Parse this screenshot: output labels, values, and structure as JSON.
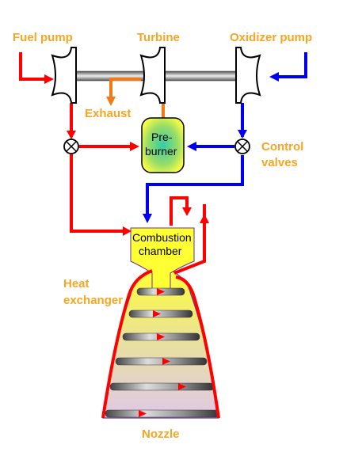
{
  "labels": {
    "fuel_pump": "Fuel pump",
    "turbine": "Turbine",
    "oxidizer_pump": "Oxidizer pump",
    "exhaust": "Exhaust",
    "preburner_line1": "Pre-",
    "preburner_line2": "burner",
    "control_line1": "Control",
    "control_line2": "valves",
    "combustion_line1": "Combustion",
    "combustion_line2": "chamber",
    "heat_line1": "Heat",
    "heat_line2": "exchanger",
    "nozzle": "Nozzle"
  },
  "colors": {
    "fuel": "#ff0000",
    "oxidizer": "#0000ee",
    "exhaust": "#f07b14",
    "label": "#f5a623",
    "chamber_fill": "#ffff33"
  }
}
